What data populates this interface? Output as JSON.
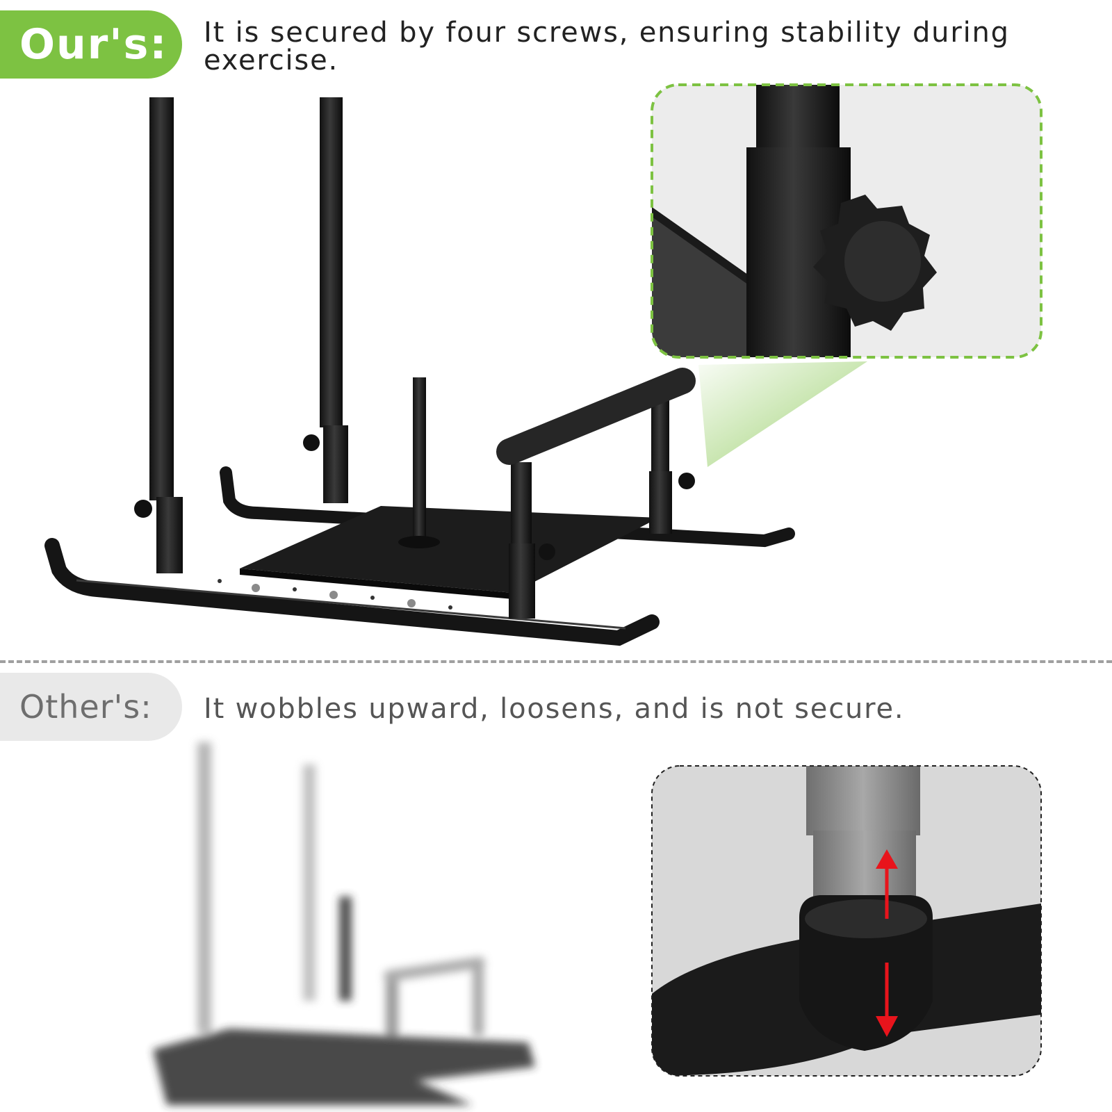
{
  "ours": {
    "label": "Our's:",
    "caption": "It is secured by four screws, ensuring stability during exercise."
  },
  "others": {
    "label": "Other's:",
    "caption": "It wobbles upward, loosens, and is not secure."
  },
  "colors": {
    "ours_accent": "#7dc242",
    "others_badge": "#e9e9e9",
    "arrow": "#e8141c",
    "frame": "#1a1a1a"
  }
}
